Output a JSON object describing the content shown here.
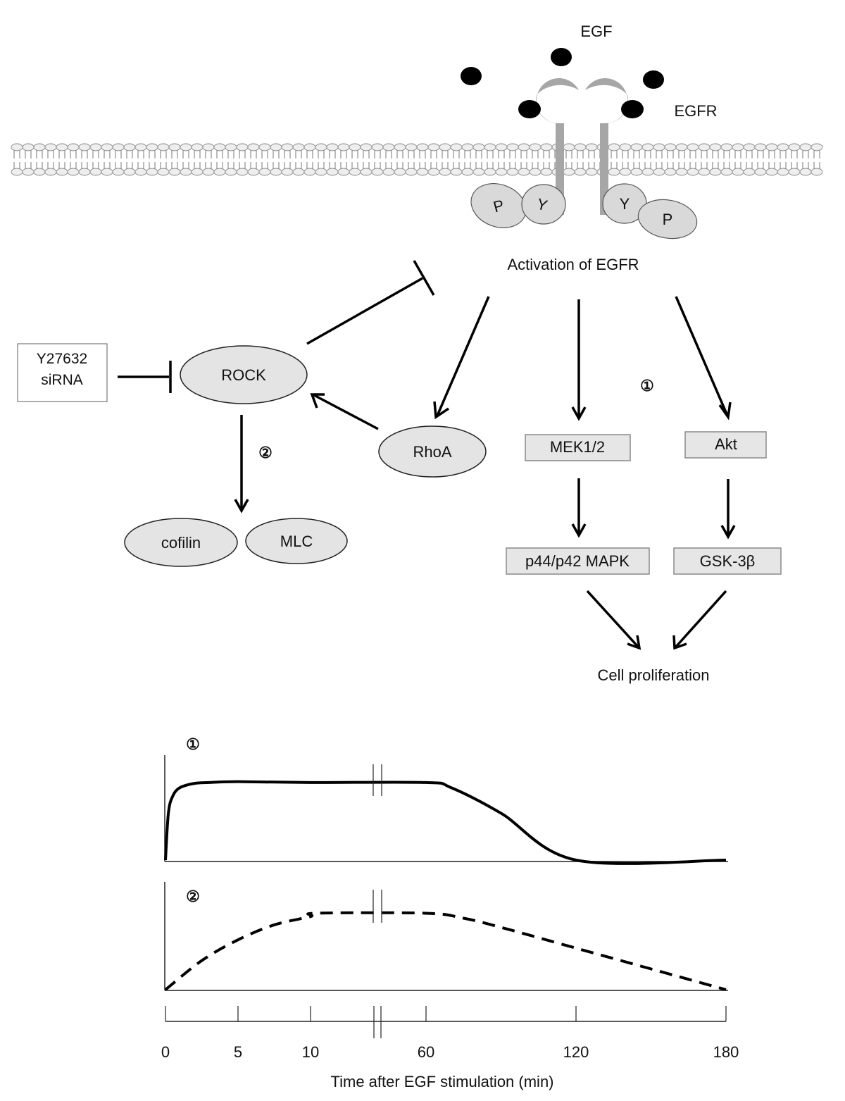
{
  "diagram": {
    "ligand_label": "EGF",
    "receptor_label": "EGFR",
    "activation_label": "Activation of EGFR",
    "phospho_labels": {
      "left_p": "P",
      "left_y": "Y",
      "right_y": "Y",
      "right_p": "P"
    },
    "inhibitor_box": {
      "line1": "Y27632",
      "line2": "siRNA"
    },
    "nodes": {
      "rock": "ROCK",
      "rhoa": "RhoA",
      "cofilin": "cofilin",
      "mlc": "MLC",
      "mek": "MEK1/2",
      "akt": "Akt",
      "mapk": "p44/p42 MAPK",
      "gsk": "GSK-3β"
    },
    "pathway_markers": {
      "one": "①",
      "two": "②"
    },
    "outcome_label": "Cell proliferation",
    "colors": {
      "receptor": "#a6a6a6",
      "node_fill": "#e4e4e4",
      "ligand": "#000000"
    }
  },
  "chart_data": [
    {
      "type": "line",
      "title": "①",
      "style": "solid",
      "xlabel": "Time after EGF stimulation (min)",
      "ylabel": "",
      "x_ticks": [
        0,
        5,
        10,
        60,
        120,
        180
      ],
      "x_axis_break": "between 10 and 60",
      "ylim": [
        0,
        1
      ],
      "x": [
        0,
        0.2,
        0.5,
        1,
        2,
        3,
        5,
        10,
        60,
        70,
        90,
        120,
        180
      ],
      "y": [
        0,
        0.55,
        0.75,
        0.85,
        0.9,
        0.91,
        0.92,
        0.91,
        0.91,
        0.85,
        0.55,
        0.0,
        0.0
      ],
      "y_scale": "relative activity (no numeric ticks)"
    },
    {
      "type": "line",
      "title": "②",
      "style": "dashed",
      "xlabel": "Time after EGF stimulation (min)",
      "ylabel": "",
      "x_ticks": [
        0,
        5,
        10,
        60,
        120,
        180
      ],
      "x_axis_break": "between 10 and 60",
      "ylim": [
        0,
        1
      ],
      "x": [
        0,
        2.5,
        5,
        7.5,
        10,
        12.5,
        60,
        75,
        90,
        120,
        150,
        180
      ],
      "y": [
        0,
        0.35,
        0.6,
        0.78,
        0.88,
        0.92,
        0.92,
        0.86,
        0.75,
        0.5,
        0.25,
        0.0
      ],
      "y_scale": "relative activity (no numeric ticks)"
    }
  ],
  "time_axis": {
    "tick_labels": [
      "0",
      "5",
      "10",
      "60",
      "120",
      "180"
    ],
    "label": "Time after EGF stimulation (min)"
  }
}
